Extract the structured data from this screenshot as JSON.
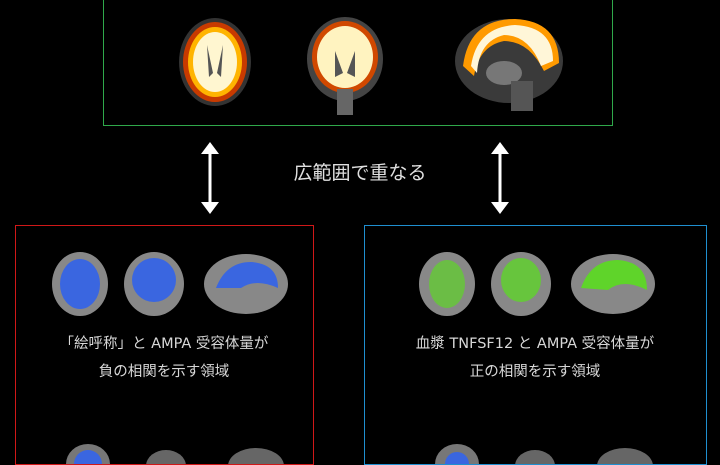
{
  "center_label": "広範囲で重なる",
  "left_panel": {
    "line1": "「絵呼称」と AMPA 受容体量が",
    "line2": "負の相関を示す領域",
    "color": "#3a66e0"
  },
  "right_panel": {
    "line1": "血漿 TNFSF12 と AMPA 受容体量が",
    "line2": "正の相関を示す領域",
    "color": "#5fd42a"
  },
  "colors": {
    "top_border": "#2fa84a",
    "left_border": "#d01818",
    "right_border": "#1f8fd0",
    "heat": "#ff8a00"
  }
}
